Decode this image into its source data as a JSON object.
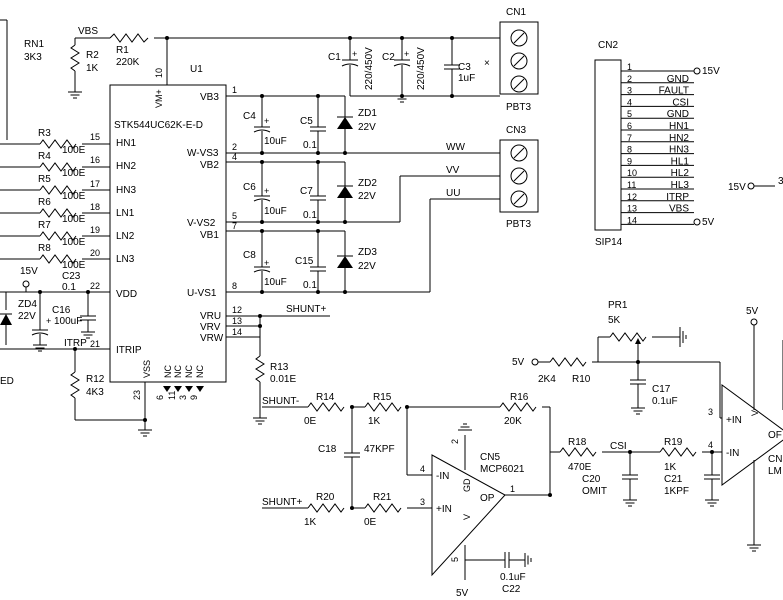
{
  "u1": {
    "ref": "U1",
    "part": "STK544UC62K-E-D",
    "pins": [
      {
        "name": "VM+",
        "num": "10"
      },
      {
        "name": "VB3",
        "num": "1"
      },
      {
        "name": "HN1",
        "num": "15"
      },
      {
        "name": "HN2",
        "num": "16"
      },
      {
        "name": "HN3",
        "num": "17"
      },
      {
        "name": "W-VS3",
        "num": "2"
      },
      {
        "name": "VB2",
        "num": "4"
      },
      {
        "name": "LN1",
        "num": "18"
      },
      {
        "name": "LN2",
        "num": "19"
      },
      {
        "name": "LN3",
        "num": "20"
      },
      {
        "name": "V-VS2",
        "num": "5"
      },
      {
        "name": "VB1",
        "num": "7"
      },
      {
        "name": "VDD",
        "num": "22"
      },
      {
        "name": "U-VS1",
        "num": "8"
      },
      {
        "name": "VRU",
        "num": "12"
      },
      {
        "name": "VRV",
        "num": "13"
      },
      {
        "name": "VRW",
        "num": "14"
      },
      {
        "name": "ITRIP",
        "num": "21"
      },
      {
        "name": "VSS",
        "num": "23"
      }
    ],
    "nc_pins": [
      "6",
      "11",
      "3",
      "9"
    ],
    "nc_label": "NC"
  },
  "parts": {
    "rn1": {
      "ref": "RN1",
      "value": "3K3"
    },
    "r1": {
      "ref": "R1",
      "value": "220K"
    },
    "r2": {
      "ref": "R2",
      "value": "1K"
    },
    "vbs": "VBS",
    "r3": {
      "ref": "R3",
      "value": "100E"
    },
    "r4": {
      "ref": "R4",
      "value": "100E"
    },
    "r5": {
      "ref": "R5",
      "value": "100E"
    },
    "r6": {
      "ref": "R6",
      "value": "100E"
    },
    "r7": {
      "ref": "R7",
      "value": "100E"
    },
    "r8": {
      "ref": "R8",
      "value": "100E"
    },
    "c1": {
      "ref": "C1",
      "value": "220/450V"
    },
    "c2": {
      "ref": "C2",
      "value": "220/450V"
    },
    "c3": {
      "ref": "C3",
      "value": "1uF"
    },
    "c4": {
      "ref": "C4",
      "value": "10uF"
    },
    "c5": {
      "ref": "C5",
      "value": "0.1"
    },
    "c6": {
      "ref": "C6",
      "value": "10uF"
    },
    "c7": {
      "ref": "C7",
      "value": "0.1"
    },
    "c8": {
      "ref": "C8",
      "value": "10uF"
    },
    "c15": {
      "ref": "C15",
      "value": "0.1"
    },
    "zd1": {
      "ref": "ZD1",
      "value": "22V"
    },
    "zd2": {
      "ref": "ZD2",
      "value": "22V"
    },
    "zd3": {
      "ref": "ZD3",
      "value": "22V"
    },
    "zd4": {
      "ref": "ZD4",
      "value": "22V"
    },
    "c23": {
      "ref": "C23",
      "value": "0.1"
    },
    "c16": {
      "ref": "C16",
      "value": "100uF"
    },
    "v15_left": "15V",
    "itrp": "ITRP",
    "r12": {
      "ref": "R12",
      "value": "4K3"
    },
    "ed": "ED",
    "r13": {
      "ref": "R13",
      "value": "0.01E"
    },
    "shunt_plus_top": "SHUNT+",
    "shunt_minus": "SHUNT-",
    "r14": {
      "ref": "R14",
      "value": "0E"
    },
    "r15": {
      "ref": "R15",
      "value": "1K"
    },
    "r16": {
      "ref": "R16",
      "value": "20K"
    },
    "c18": {
      "ref": "C18",
      "value": "47KPF"
    },
    "shunt_plus_bottom": "SHUNT+",
    "r20": {
      "ref": "R20",
      "value": "1K"
    },
    "r21": {
      "ref": "R21",
      "value": "0E"
    },
    "cn5": {
      "ref": "CN5",
      "value": "MCP6021"
    },
    "opamp_pins": {
      "in_minus": "-IN",
      "in_plus": "+IN",
      "out": "OP",
      "gd": "GD",
      "v": "V",
      "p4": "4",
      "p3": "3",
      "p2": "2",
      "p1": "1",
      "p5": "5"
    },
    "c22": {
      "ref": "C22",
      "value": "0.1uF"
    },
    "v5_bottom": "5V",
    "r18": {
      "ref": "R18",
      "value": "470E"
    },
    "csi": "CSI",
    "c20": {
      "ref": "C20",
      "value": "OMIT"
    },
    "r19": {
      "ref": "R19",
      "value": "1K"
    },
    "c21": {
      "ref": "C21",
      "value": "1KPF"
    },
    "pr1": {
      "ref": "PR1",
      "value": "5K"
    },
    "v5_pr1": "5V",
    "r10": {
      "ref": "R10",
      "value": "2K4"
    },
    "c17": {
      "ref": "C17",
      "value": "0.1uF"
    },
    "v5_right": "5V",
    "cn_right": {
      "ref": "CN",
      "value": "LM"
    },
    "opamp2_pins": {
      "in_plus": "+IN",
      "in_minus": "-IN",
      "out": "OF",
      "v": "V",
      "p3": "3",
      "p4": "4"
    },
    "v15_far": "15V",
    "num3": "3"
  },
  "connectors": {
    "cn1": {
      "ref": "CN1",
      "type": "PBT3"
    },
    "cn3": {
      "ref": "CN3",
      "type": "PBT3"
    },
    "phases": [
      "WW",
      "VV",
      "UU"
    ]
  },
  "cn2": {
    "ref": "CN2",
    "type": "SIP14",
    "pins": [
      {
        "num": "1",
        "sig": ""
      },
      {
        "num": "2",
        "sig": "GND"
      },
      {
        "num": "3",
        "sig": "FAULT"
      },
      {
        "num": "4",
        "sig": "CSI"
      },
      {
        "num": "5",
        "sig": "GND"
      },
      {
        "num": "6",
        "sig": "HN1"
      },
      {
        "num": "7",
        "sig": "HN2"
      },
      {
        "num": "8",
        "sig": "HN3"
      },
      {
        "num": "9",
        "sig": "HL1"
      },
      {
        "num": "10",
        "sig": "HL2"
      },
      {
        "num": "11",
        "sig": "HL3"
      },
      {
        "num": "12",
        "sig": "ITRP"
      },
      {
        "num": "13",
        "sig": "VBS"
      },
      {
        "num": "14",
        "sig": ""
      }
    ],
    "pin1_net": "15V",
    "pin14_net": "5V"
  }
}
